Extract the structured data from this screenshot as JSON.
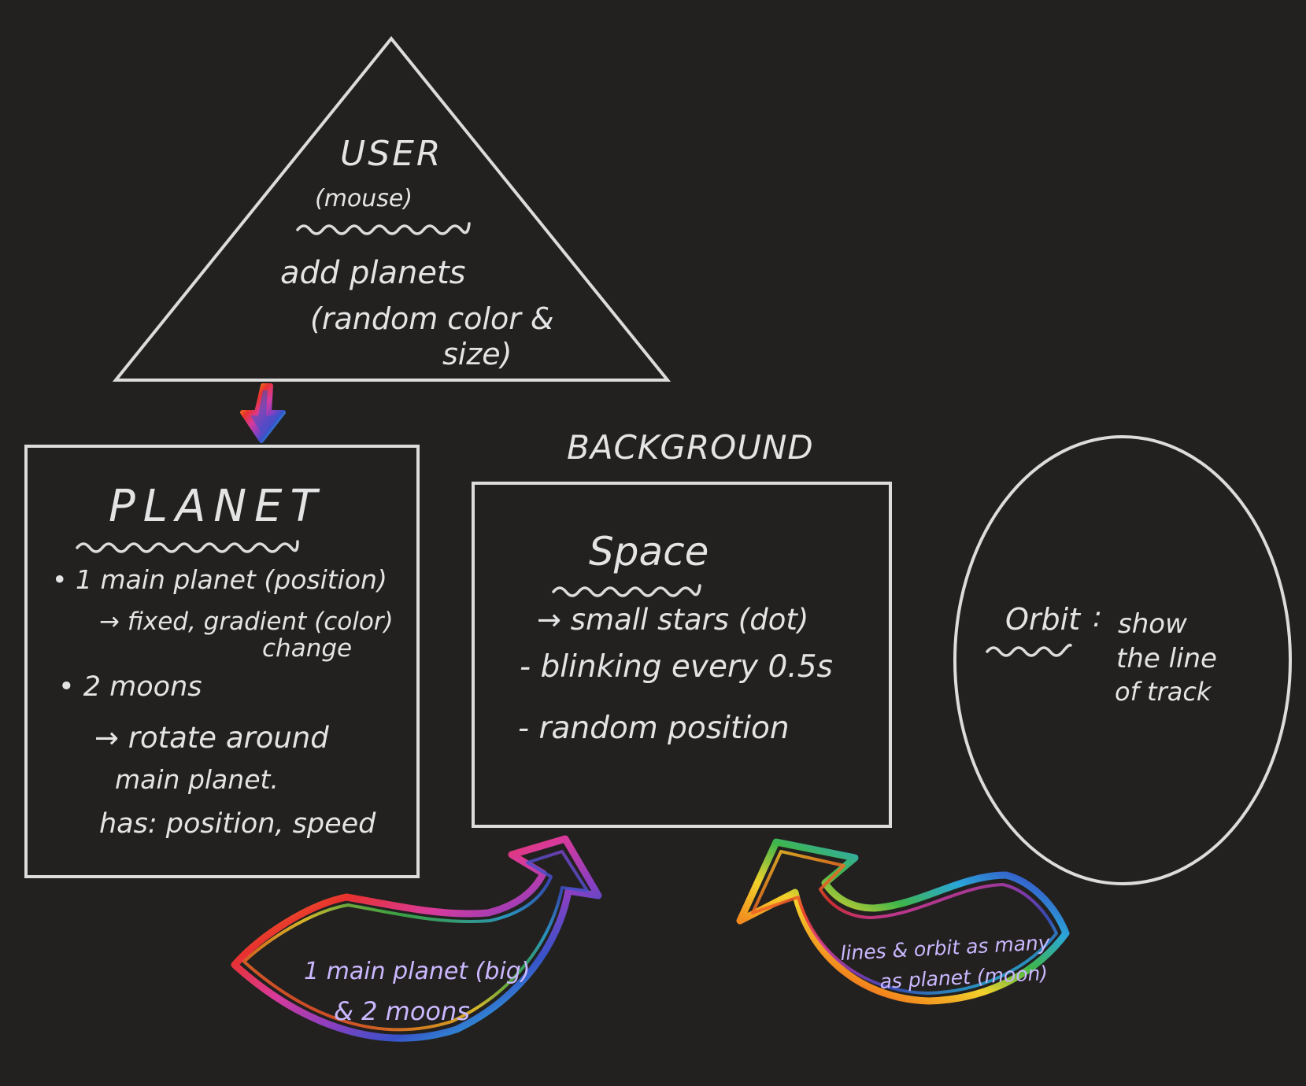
{
  "user_box": {
    "title": "USER",
    "subtitle": "(mouse)",
    "lines": [
      "add  planets",
      "(random color &",
      "size)"
    ]
  },
  "background_label": "BACKGROUND",
  "planet_box": {
    "title": "PLANET",
    "lines": [
      "•  1 main planet (position)",
      "→ fixed, gradient (color)",
      "change",
      "•  2  moons",
      "→ rotate  around",
      "main planet.",
      "has: position, speed"
    ]
  },
  "space_box": {
    "title": "Space",
    "lines": [
      "→ small stars (dot)",
      "- blinking  every 0.5s",
      "- random  position"
    ]
  },
  "orbit_box": {
    "title": "Orbit",
    "separator": ":",
    "lines": [
      "show",
      "the  line",
      "of track"
    ]
  },
  "arrow_left": {
    "lines": [
      "1 main planet (big)",
      "& 2 moons"
    ]
  },
  "arrow_right": {
    "lines": [
      "lines & orbit as many",
      "as planet (moon)"
    ]
  },
  "colors": {
    "background": "#222120",
    "stroke": "#dcdcdc",
    "arrow_text": "#cbb8ff",
    "rainbow": [
      "#e8312e",
      "#f28a1e",
      "#f3d12b",
      "#3fb64a",
      "#2aa7d8",
      "#3852c9",
      "#8a3fc1",
      "#d93a9a"
    ]
  }
}
